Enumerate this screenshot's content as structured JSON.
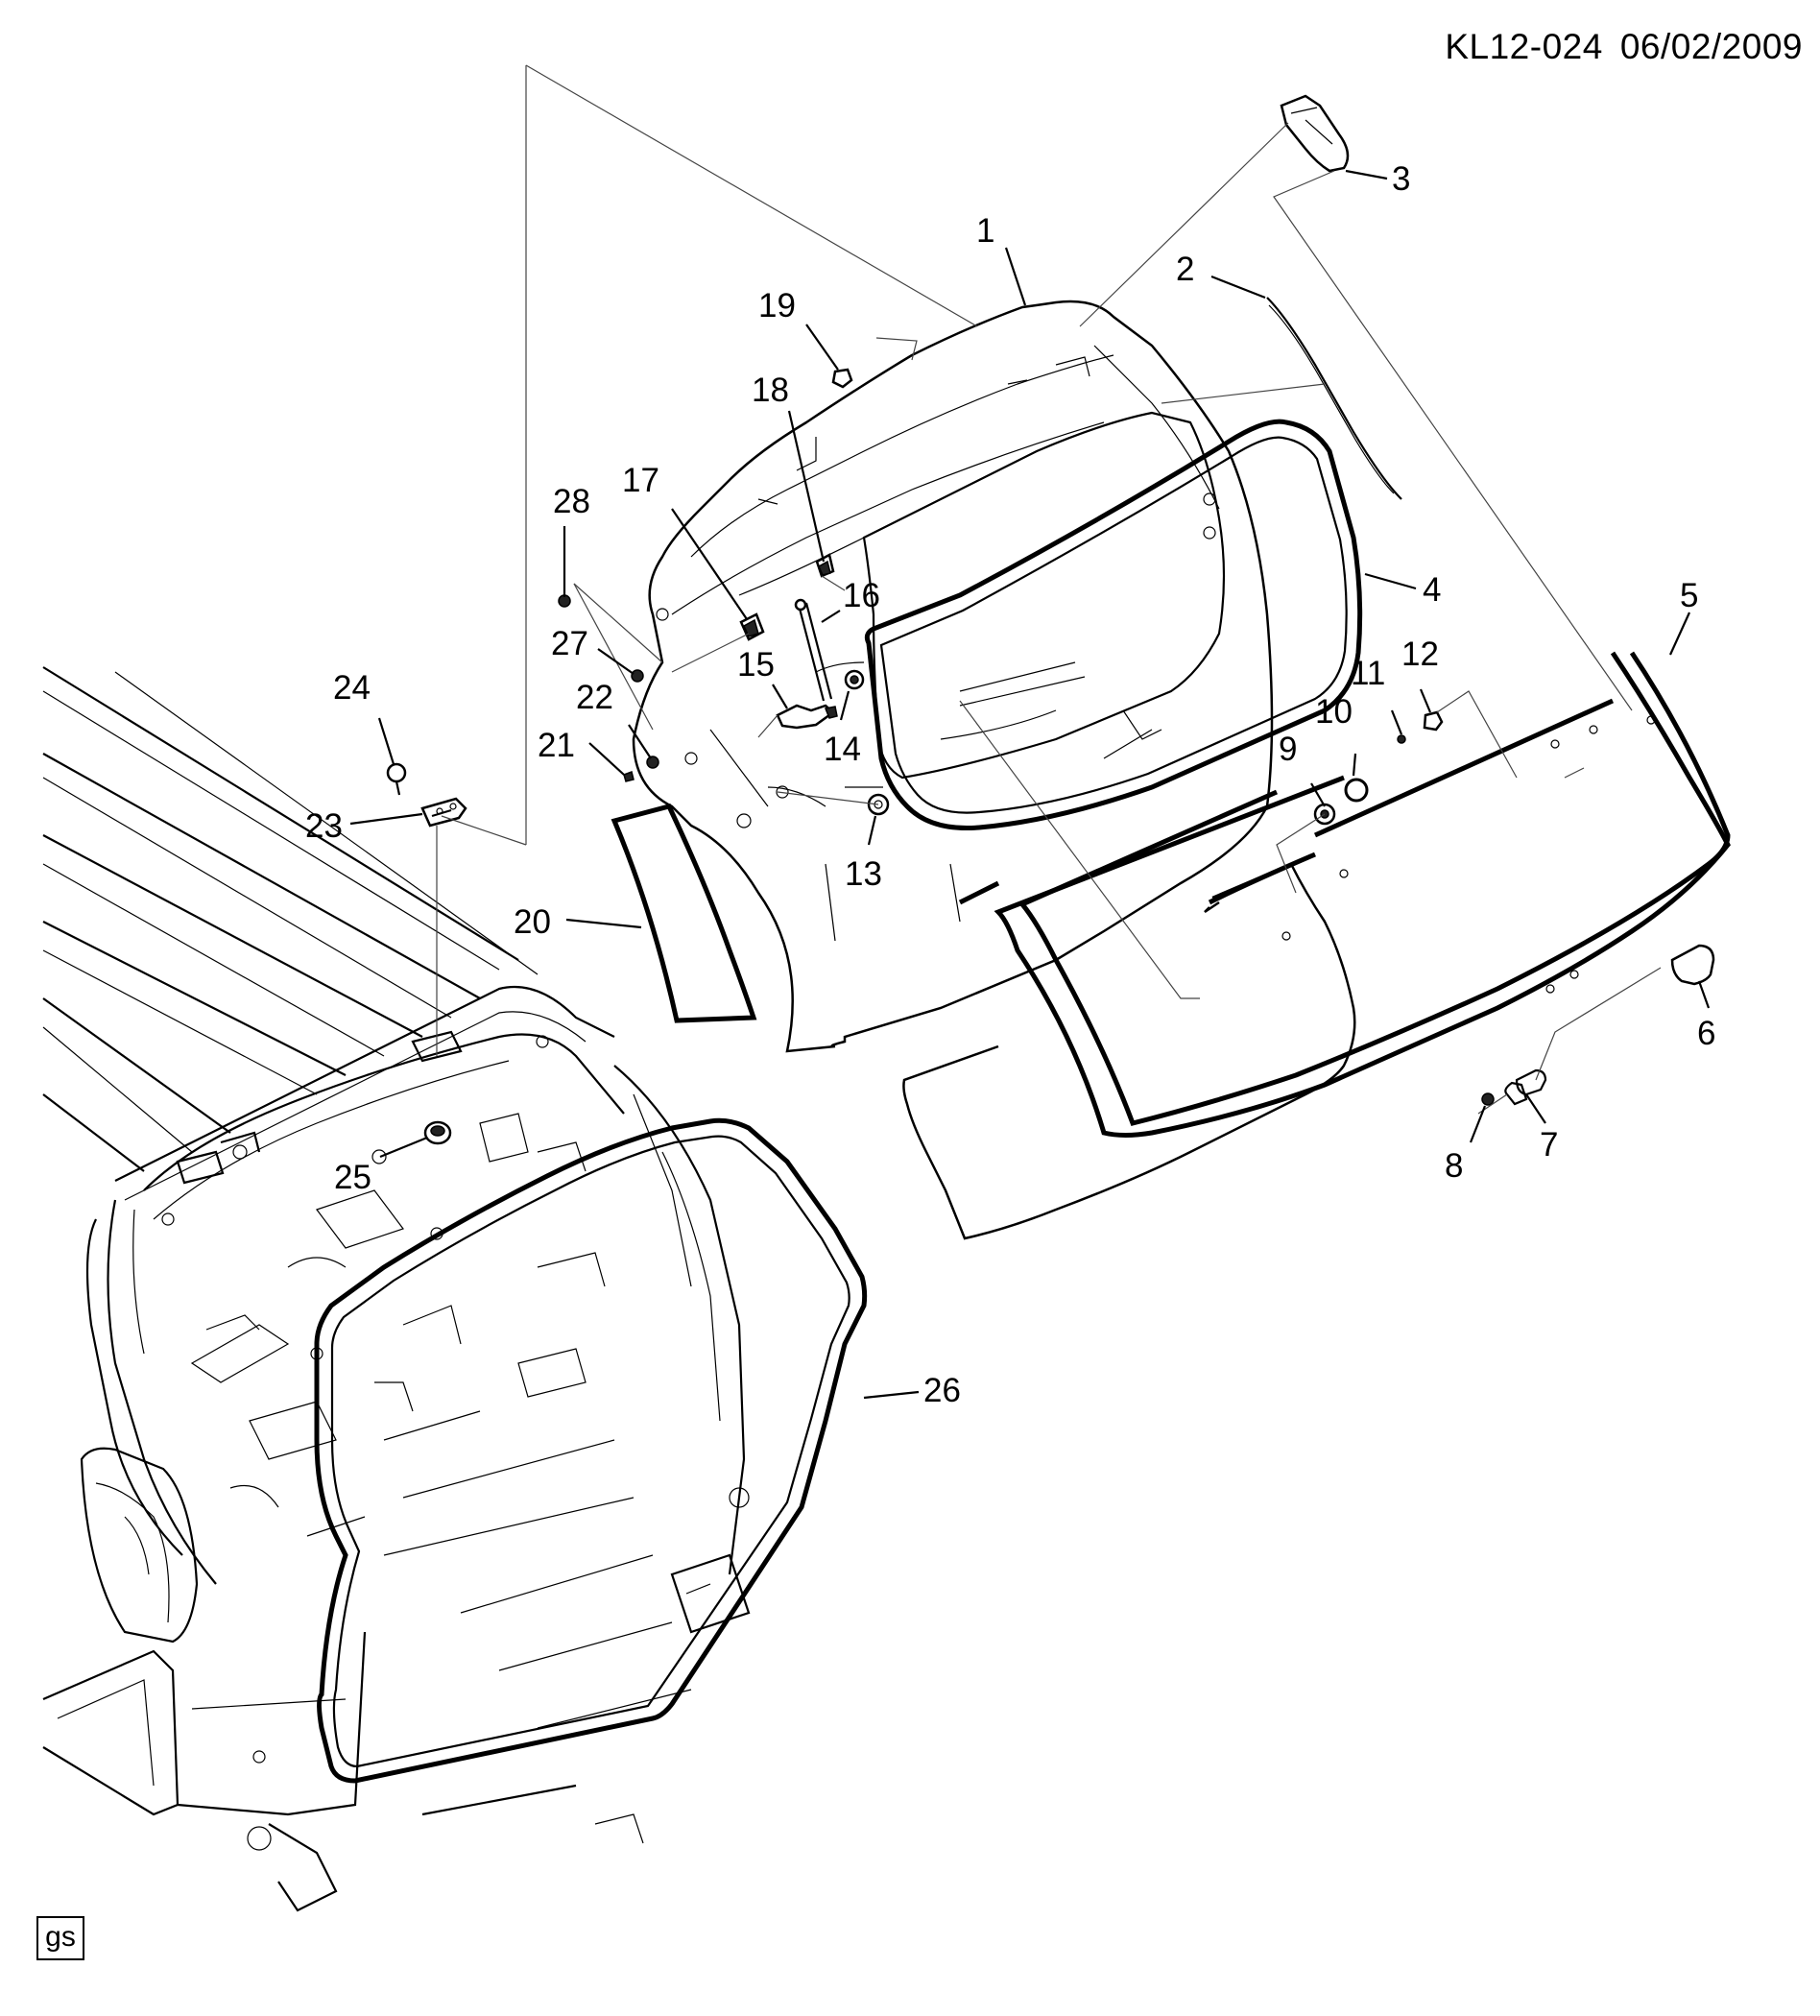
{
  "header": {
    "diagram_code": "KL12-024",
    "date": "06/02/2009"
  },
  "footer": {
    "badge": "gs"
  },
  "callouts": [
    {
      "id": "c1",
      "label": "1"
    },
    {
      "id": "c2",
      "label": "2"
    },
    {
      "id": "c3",
      "label": "3"
    },
    {
      "id": "c4",
      "label": "4"
    },
    {
      "id": "c5",
      "label": "5"
    },
    {
      "id": "c6",
      "label": "6"
    },
    {
      "id": "c7",
      "label": "7"
    },
    {
      "id": "c8",
      "label": "8"
    },
    {
      "id": "c9",
      "label": "9"
    },
    {
      "id": "c10",
      "label": "10"
    },
    {
      "id": "c11",
      "label": "11"
    },
    {
      "id": "c12",
      "label": "12"
    },
    {
      "id": "c13",
      "label": "13"
    },
    {
      "id": "c14",
      "label": "14"
    },
    {
      "id": "c15",
      "label": "15"
    },
    {
      "id": "c16",
      "label": "16"
    },
    {
      "id": "c17",
      "label": "17"
    },
    {
      "id": "c18",
      "label": "18"
    },
    {
      "id": "c19",
      "label": "19"
    },
    {
      "id": "c20",
      "label": "20"
    },
    {
      "id": "c21",
      "label": "21"
    },
    {
      "id": "c22",
      "label": "22"
    },
    {
      "id": "c23",
      "label": "23"
    },
    {
      "id": "c24",
      "label": "24"
    },
    {
      "id": "c25",
      "label": "25"
    },
    {
      "id": "c26",
      "label": "26"
    },
    {
      "id": "c27",
      "label": "27"
    },
    {
      "id": "c28",
      "label": "28"
    }
  ]
}
